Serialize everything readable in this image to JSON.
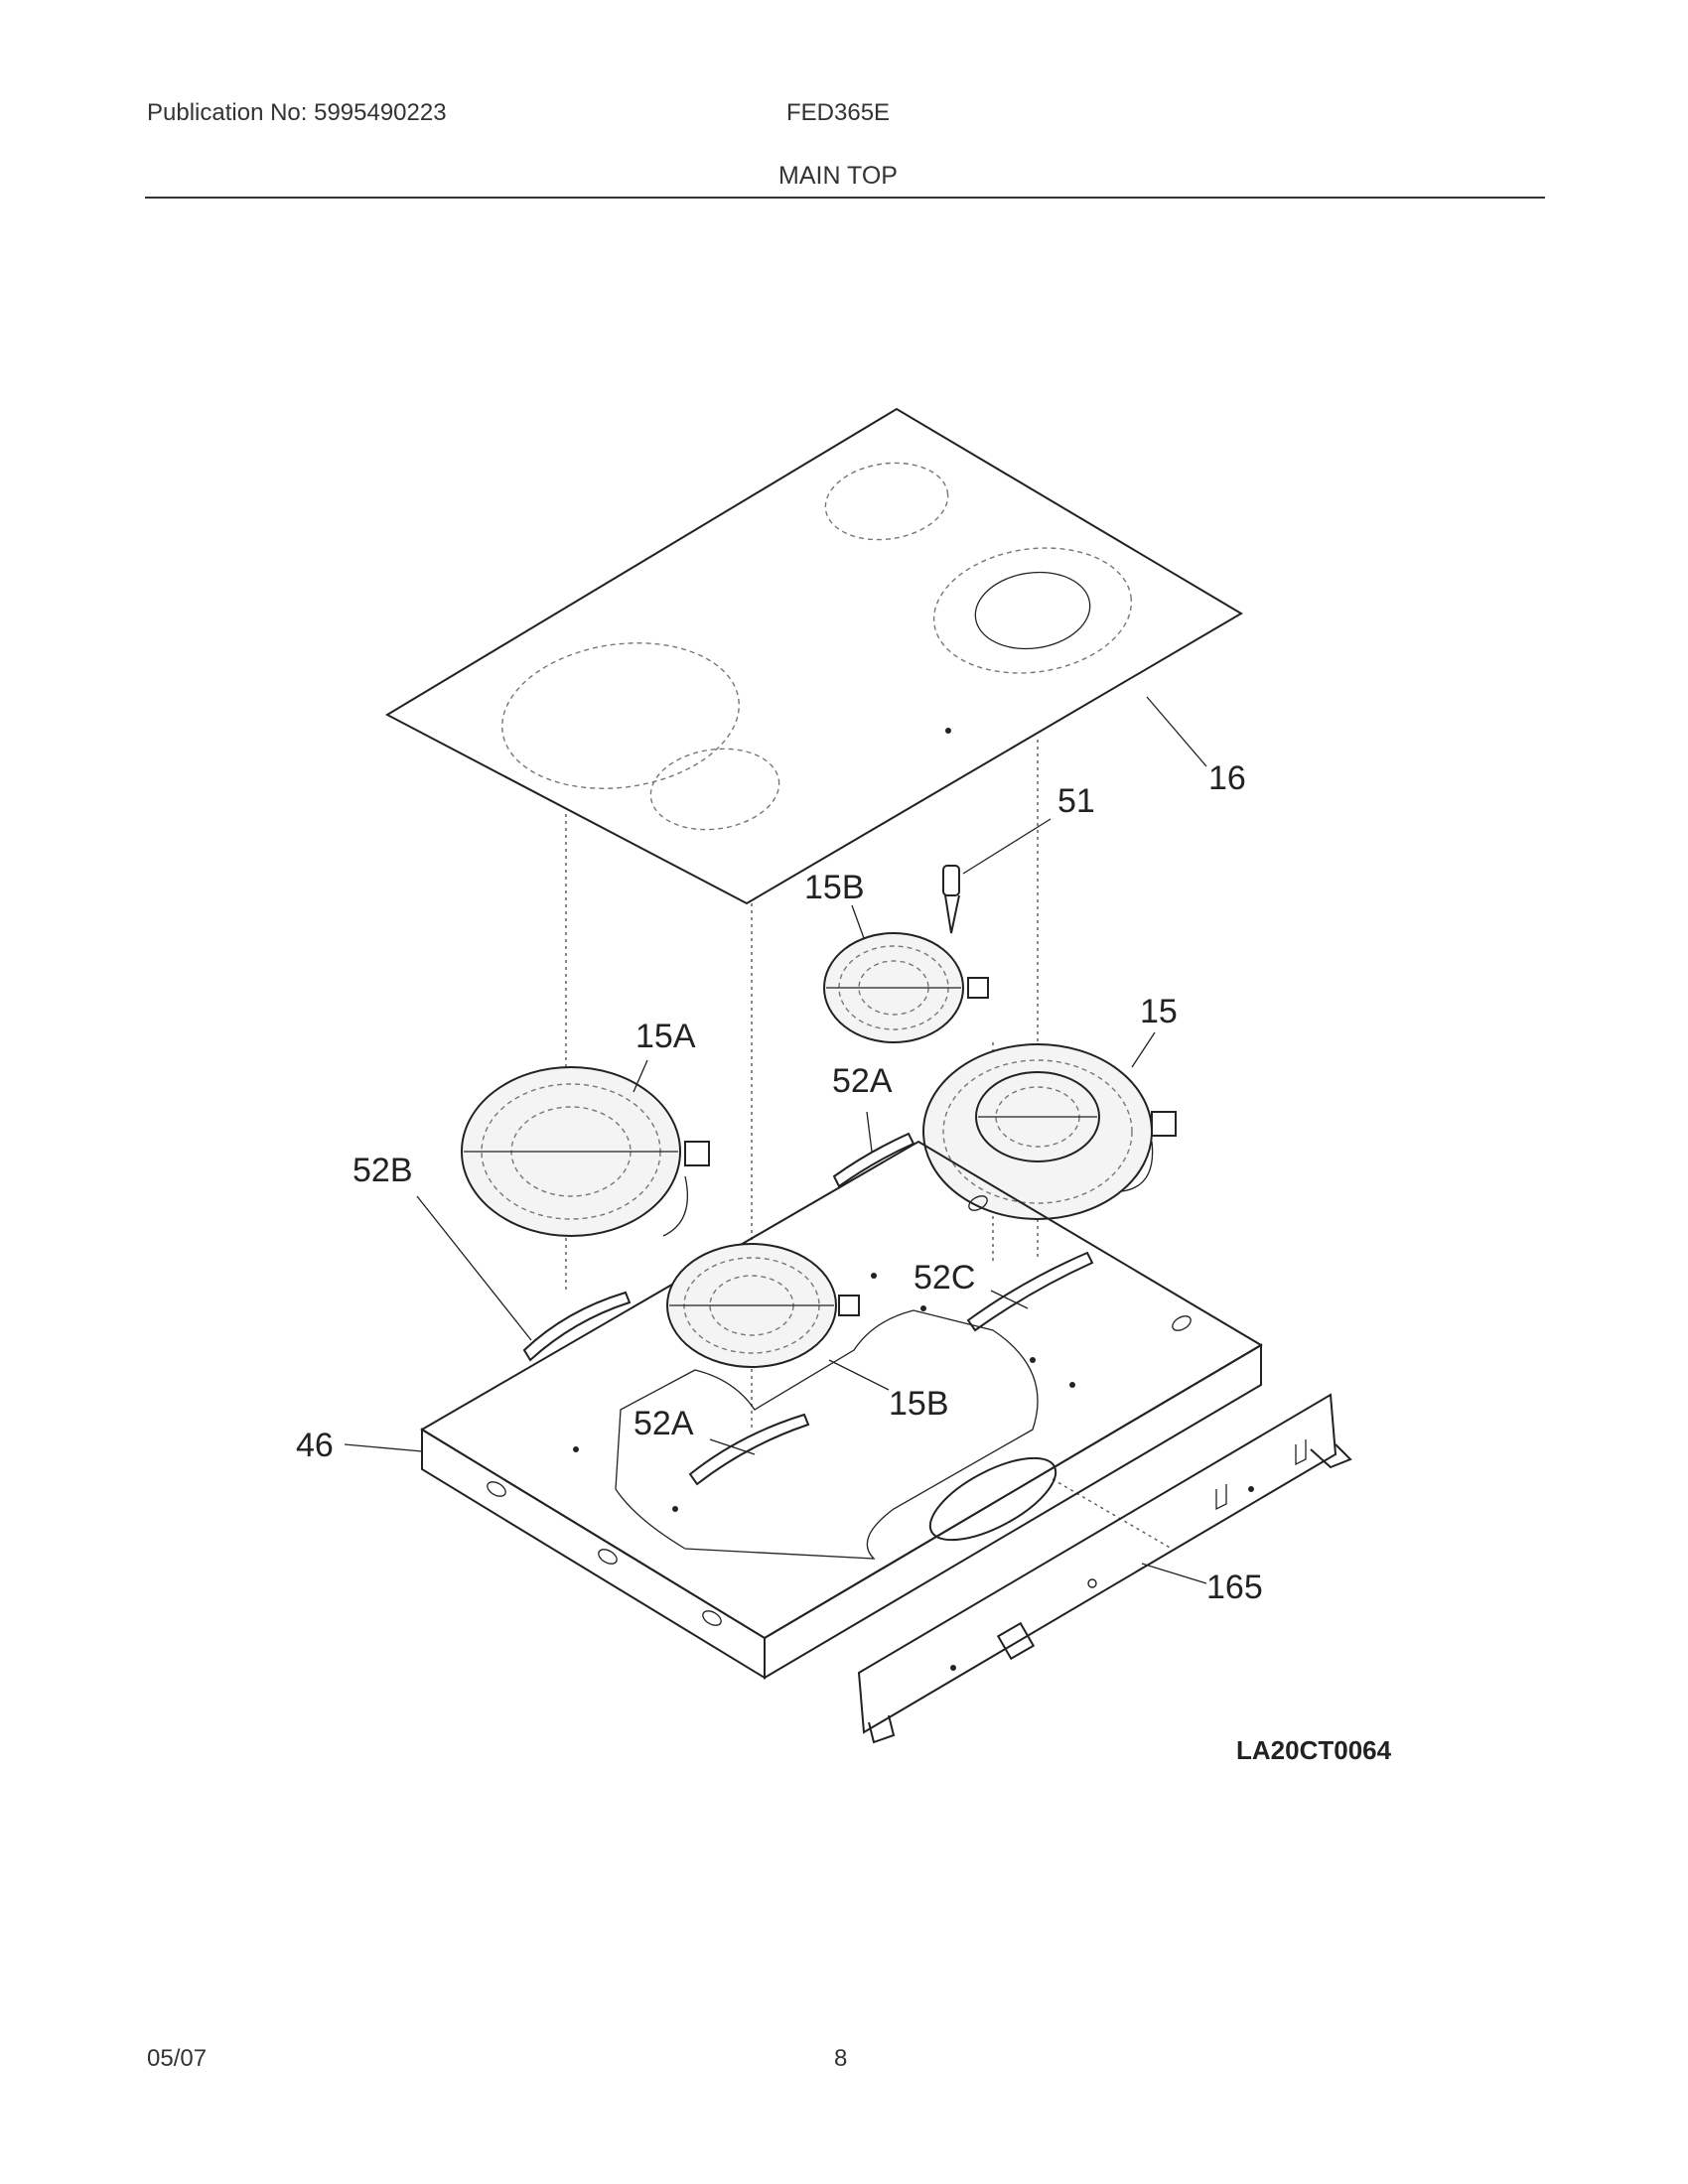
{
  "header": {
    "publication": "Publication No: 5995490223",
    "model": "FED365E",
    "section": "MAIN TOP"
  },
  "footer": {
    "date": "05/07",
    "page": "8"
  },
  "drawing_number": "LA20CT0064",
  "callouts": {
    "c16": "16",
    "c51": "51",
    "c15B_top": "15B",
    "c15A": "15A",
    "c15": "15",
    "c52A_top": "52A",
    "c52B": "52B",
    "c52C": "52C",
    "c15B_bottom": "15B",
    "c46": "46",
    "c52A_bottom": "52A",
    "c165": "165"
  }
}
